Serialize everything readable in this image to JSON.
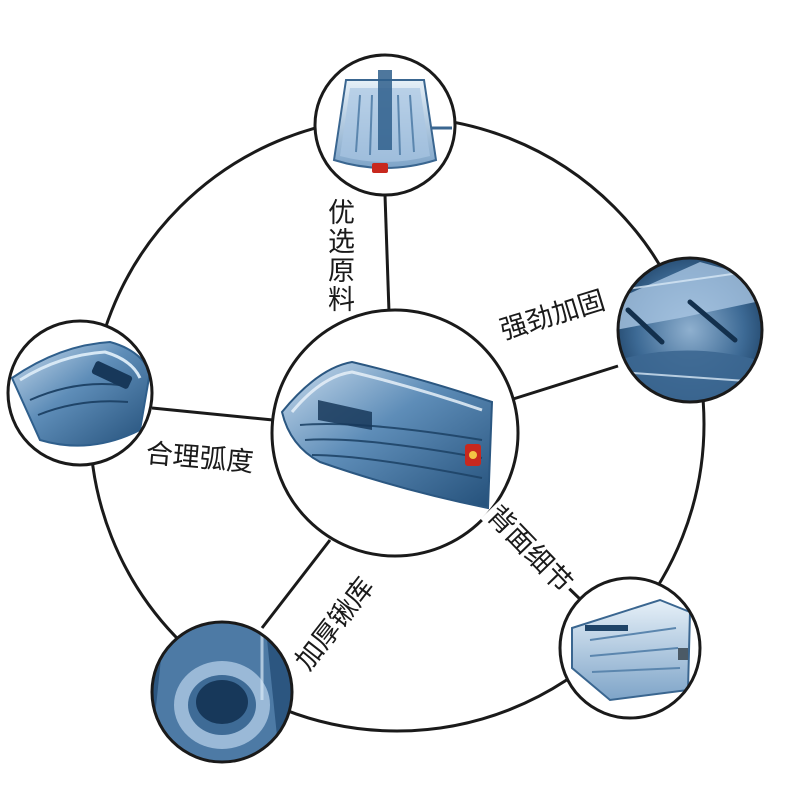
{
  "product": {
    "color_body": "#2f5f8c",
    "color_light": "#8fb3d6",
    "color_highlight": "#d7e8f5",
    "color_badge": "#c8281e"
  },
  "features": [
    {
      "label": "优选原料",
      "icon": "shovel-top-view"
    },
    {
      "label": "强劲加固",
      "icon": "shovel-reinforcement-closeup"
    },
    {
      "label": "背面细节",
      "icon": "shovel-back-view"
    },
    {
      "label": "加厚锹库",
      "icon": "shovel-socket-closeup"
    },
    {
      "label": "合理弧度",
      "icon": "shovel-curve-side-view"
    }
  ]
}
